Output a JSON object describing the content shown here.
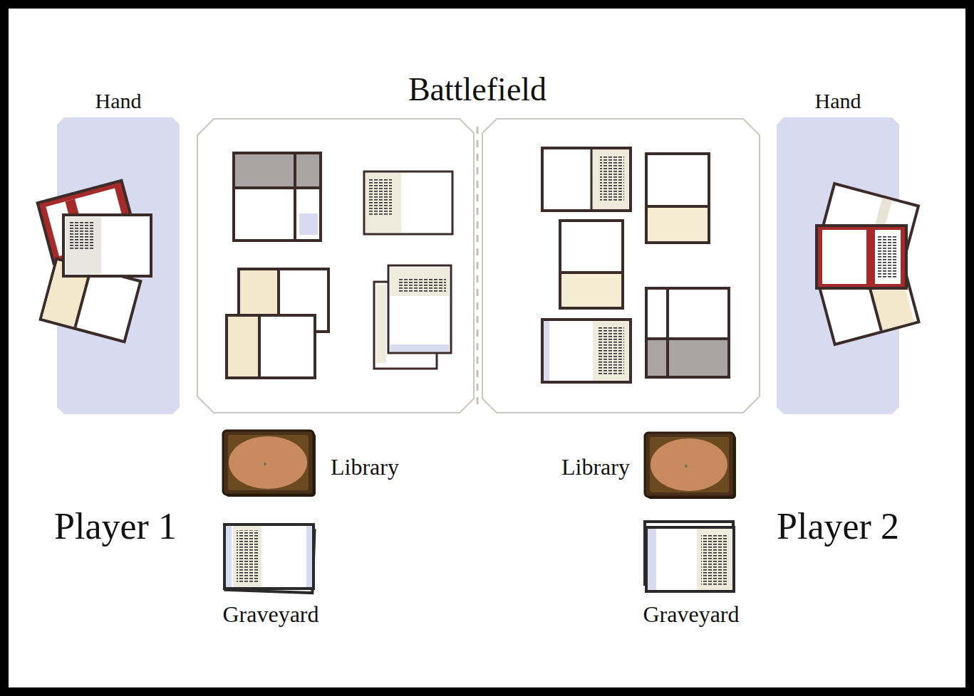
{
  "diagram": {
    "nodes": [
      {
        "text": [
          "Hand"
        ]
      },
      {
        "text": [
          "Hand"
        ]
      }
    ],
    "labels": [
      "Battlefield",
      "Library",
      "Graveyard",
      "Player 1",
      "Library",
      "Graveyard",
      "Player 2"
    ]
  }
}
